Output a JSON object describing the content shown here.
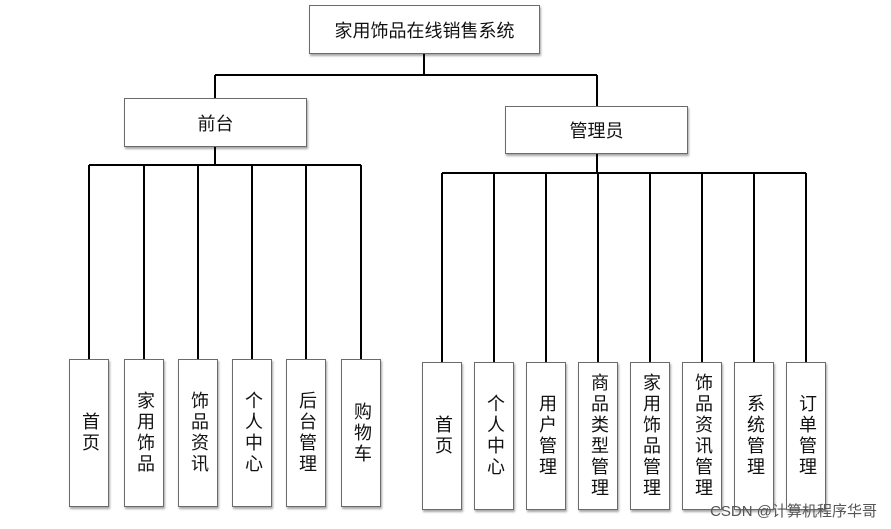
{
  "root": "家用饰品在线销售系统",
  "branches": [
    {
      "label": "前台",
      "items": [
        "首页",
        "家用饰品",
        "饰品资讯",
        "个人中心",
        "后台管理",
        "购物车"
      ]
    },
    {
      "label": "管理员",
      "items": [
        "首页",
        "个人中心",
        "用户管理",
        "商品类型管理",
        "家用饰品管理",
        "饰品资讯管理",
        "系统管理",
        "订单管理"
      ]
    }
  ],
  "watermark": "CSDN @计算机程序华哥"
}
